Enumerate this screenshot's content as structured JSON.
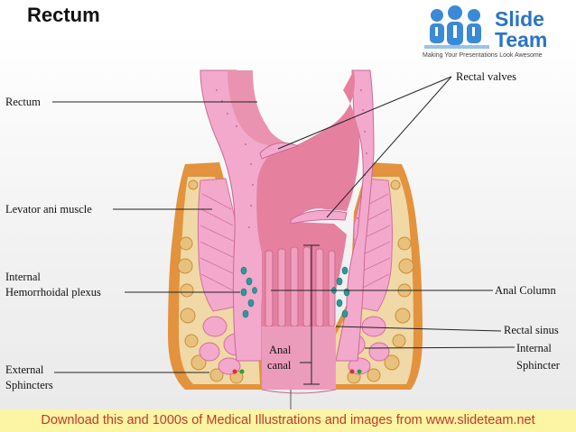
{
  "title": "Rectum",
  "logo": {
    "word1": "Slide",
    "word2": "Team",
    "tagline": "Making Your Presentations Look Awesome"
  },
  "labels": {
    "rectum": "Rectum",
    "levator_ani_muscle": "Levator ani muscle",
    "internal_hemorrhoidal_plexus_line1": "Internal",
    "internal_hemorrhoidal_plexus_line2": "Hemorrhoidal plexus",
    "external_sphincters_line1": "External",
    "external_sphincters_line2": "Sphincters",
    "rectal_valves": "Rectal valves",
    "anal_column": "Anal Column",
    "rectal_sinus": "Rectal sinus",
    "internal_sphincter_line1": "Internal",
    "internal_sphincter_line2": "Sphincter",
    "anal_canal_line1": "Anal",
    "anal_canal_line2": "canal"
  },
  "footer": "Download this and 1000s of Medical Illustrations and images from www.slideteam.net",
  "colors": {
    "tissue_pink": "#f2a9cc",
    "lumen_pink": "#e5809f",
    "muscle_orange": "#e3923e",
    "fat_cream": "#f0d9a6",
    "plexus_teal": "#2c9a9a",
    "footer_bg": "#fbf5a4",
    "footer_text": "#c0392b",
    "logo_blue": "#2b74c4"
  }
}
